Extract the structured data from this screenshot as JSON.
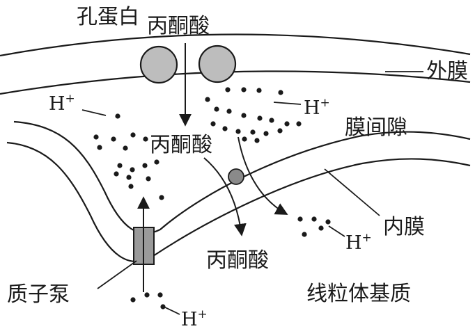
{
  "labels": {
    "porin": "孔蛋白",
    "pyruvate_top": "丙酮酸",
    "pyruvate_middle": "丙酮酸",
    "pyruvate_bottom": "丙酮酸",
    "outer_membrane": "外膜",
    "intermembrane_space": "膜间隙",
    "inner_membrane": "内膜",
    "proton_pump": "质子泵",
    "matrix": "线粒体基质",
    "hydrogen_ion": "H",
    "charge": "+"
  },
  "colors": {
    "ink": "#1a1a1a",
    "porin_fill": "#bdbdbd",
    "carrier_fill": "#8a8a8a",
    "pump_fill": "#9a9a9a"
  }
}
